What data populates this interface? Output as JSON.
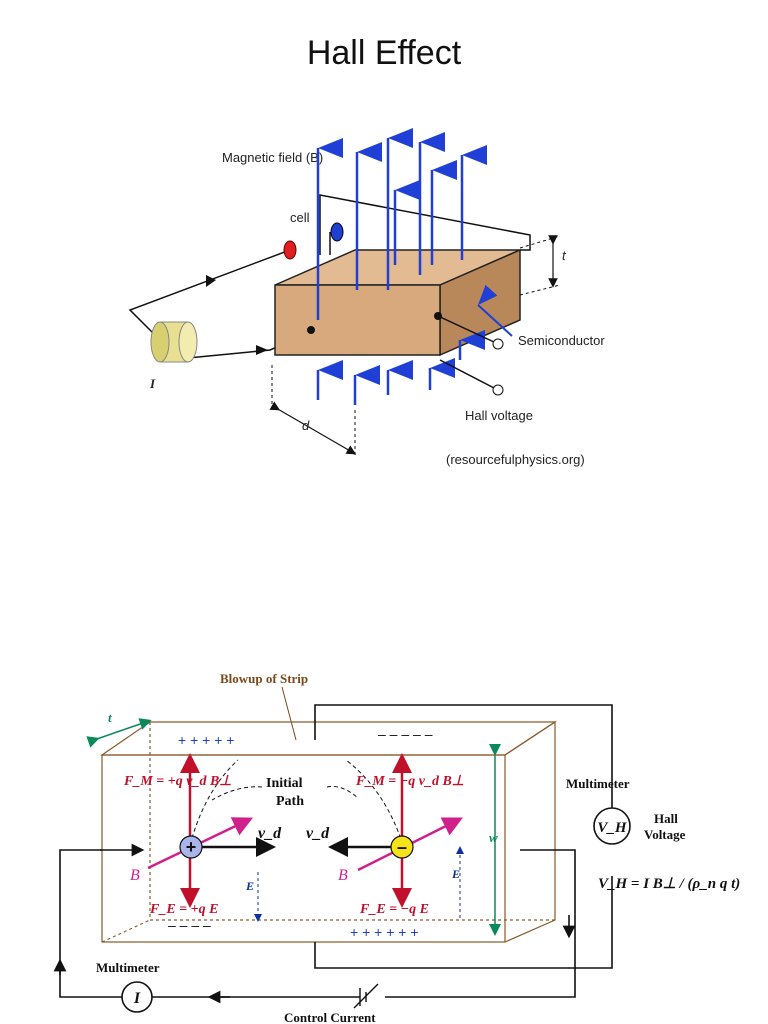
{
  "page": {
    "title": "Hall Effect"
  },
  "diagram1": {
    "magnetic_field_label": "Magnetic field (B)",
    "cell_label": "cell",
    "thickness_label": "t",
    "semiconductor_label": "Semiconductor",
    "current_label": "I",
    "hall_voltage_label": "Hall voltage",
    "depth_label": "d",
    "credit": "(resourcefulphysics.org)"
  },
  "diagram2": {
    "blowup_label": "Blowup of Strip",
    "t_label": "t",
    "w_label": "w",
    "initial_path": "Initial\nPath",
    "fm_left": "F_M = +q v_d B⊥",
    "fm_right": "F_M = −q v_d B⊥",
    "fe_left": "F_E = +q E",
    "fe_right": "F_E = −q E",
    "vd": "v_d",
    "b": "B",
    "e": "E",
    "multimeter_top": "Multimeter",
    "vh_symbol": "V_H",
    "hall_voltage": "Hall\nVoltage",
    "formula": "V_H = I B⊥ / (ρ_n q t)",
    "multimeter_bottom": "Multimeter",
    "i_symbol": "I",
    "control_current": "Control Current"
  },
  "colors": {
    "block_fill": "#d7a97c",
    "block_dark": "#b8875a",
    "field_arrow": "#1f3fd6",
    "red_probe": "#e02020",
    "strip_edge": "#8a5a2b",
    "force_red": "#c0102a",
    "b_magenta": "#d0208c",
    "w_green": "#0a8a5a"
  }
}
